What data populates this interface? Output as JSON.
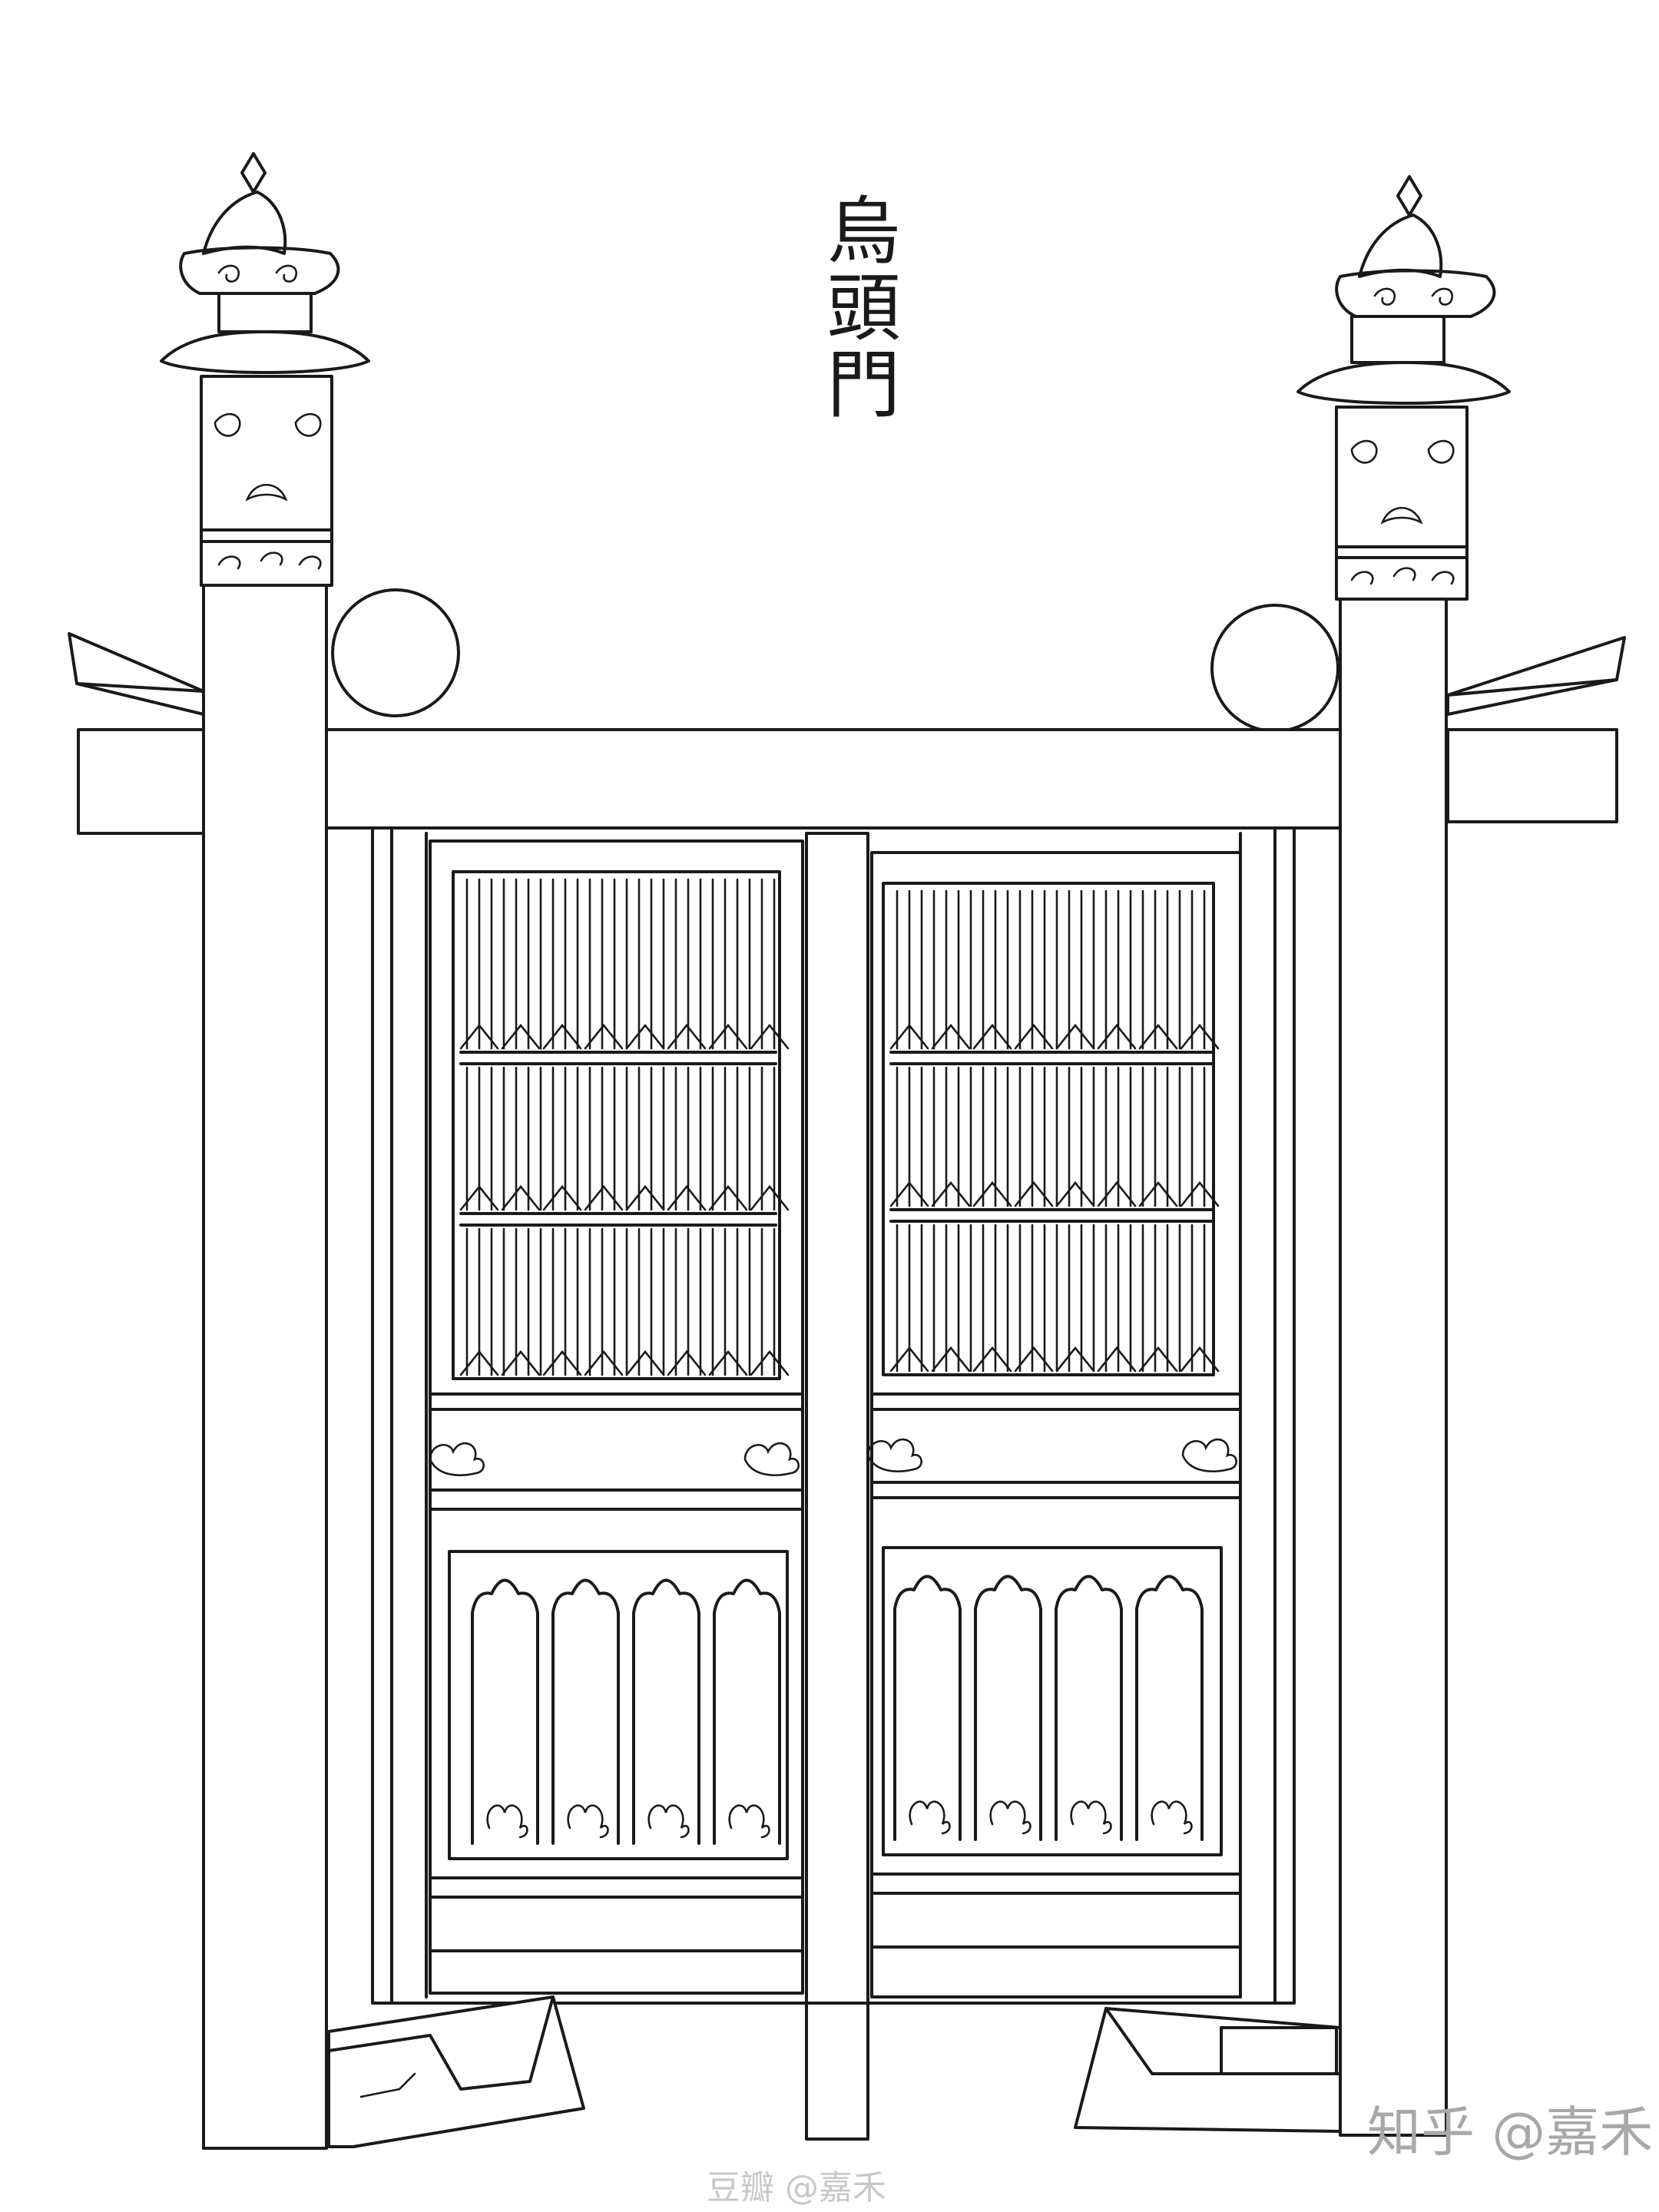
{
  "title": "烏頭門",
  "watermarks": {
    "left": "豆瓣 @嘉禾",
    "right": "知乎 @嘉禾"
  },
  "colors": {
    "ink": "#1a1a1a",
    "paper": "#ffffff",
    "watermark": "#a8a8a8"
  },
  "icons": {
    "finial": "pagoda-finial-icon",
    "ball": "ball-ornament-icon"
  }
}
